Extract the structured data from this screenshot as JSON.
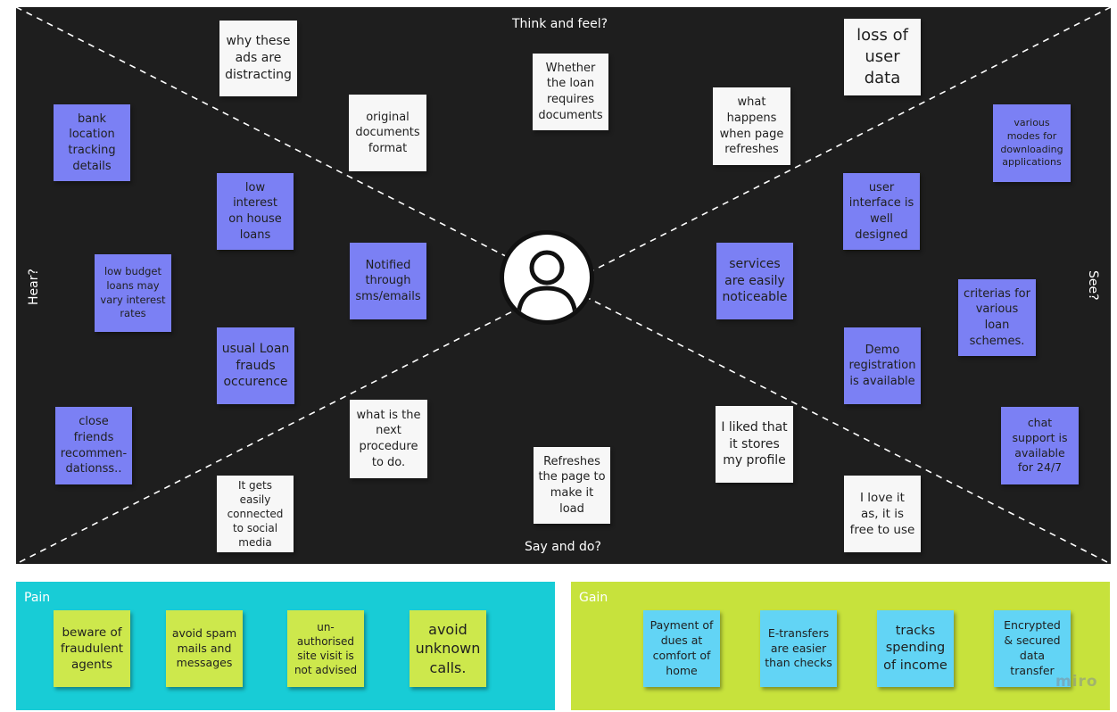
{
  "sections": {
    "think_feel": "Think and feel?",
    "hear": "Hear?",
    "see": "See?",
    "say_do": "Say and do?"
  },
  "notes": [
    {
      "id": "why-ads",
      "text": "why these\nads are\ndistracting",
      "color": "white"
    },
    {
      "id": "whether-loan",
      "text": "Whether\nthe loan\nrequires\ndocuments",
      "color": "white"
    },
    {
      "id": "loss-data",
      "text": "loss of\nuser\ndata",
      "color": "white"
    },
    {
      "id": "bank-location",
      "text": "bank\nlocation\ntracking\ndetails",
      "color": "blue"
    },
    {
      "id": "original-docs",
      "text": "original\ndocuments\nformat",
      "color": "white"
    },
    {
      "id": "what-happens",
      "text": "what\nhappens\nwhen page\nrefreshes",
      "color": "white"
    },
    {
      "id": "various-modes",
      "text": "various\nmodes for\ndownloading\napplications",
      "color": "blue"
    },
    {
      "id": "low-interest",
      "text": "low interest\non house\nloans",
      "color": "blue"
    },
    {
      "id": "user-interface",
      "text": "user\ninterface is\nwell\ndesigned",
      "color": "blue"
    },
    {
      "id": "low-budget",
      "text": "low budget\nloans may\nvary interest\nrates",
      "color": "blue"
    },
    {
      "id": "notified",
      "text": "Notified\nthrough\nsms/emails",
      "color": "blue"
    },
    {
      "id": "services",
      "text": "services\nare easily\nnoticeable",
      "color": "blue"
    },
    {
      "id": "criterias",
      "text": "criterias for\nvarious\nloan\nschemes.",
      "color": "blue"
    },
    {
      "id": "usual-frauds",
      "text": "usual Loan\nfrauds\noccurence",
      "color": "blue"
    },
    {
      "id": "demo",
      "text": "Demo\nregistration\nis available",
      "color": "blue"
    },
    {
      "id": "close-friends",
      "text": "close\nfriends\nrecommen-\ndationss..",
      "color": "blue"
    },
    {
      "id": "what-next",
      "text": "what is the\nnext\nprocedure\nto do.",
      "color": "white"
    },
    {
      "id": "liked-profile",
      "text": "I liked that\nit stores\nmy profile",
      "color": "white"
    },
    {
      "id": "chat-support",
      "text": "chat\nsupport is\navailable\nfor  24/7",
      "color": "blue"
    },
    {
      "id": "refreshes",
      "text": "Refreshes\nthe page to\nmake it\nload",
      "color": "white"
    },
    {
      "id": "social-media",
      "text": "It gets easily\nconnected\nto social\nmedia",
      "color": "white"
    },
    {
      "id": "love-free",
      "text": "I love it\nas, it is\nfree to use",
      "color": "white"
    }
  ],
  "pain": {
    "label": "Pain",
    "notes": [
      "beware of\nfraudulent\nagents",
      "avoid spam\nmails and\nmessages",
      "un-\nauthorised\nsite visit is\nnot advised",
      "avoid\nunknown\ncalls."
    ]
  },
  "gain": {
    "label": "Gain",
    "notes": [
      "Payment of\ndues at\ncomfort of\nhome",
      "E-transfers\nare easier\nthan checks",
      "tracks\nspending\nof income",
      "Encrypted\n& secured\ndata\ntransfer"
    ]
  },
  "watermark": "miro",
  "colors": {
    "board": "#1e1e1e",
    "pain_panel": "#18ccd6",
    "gain_panel": "#c7e23c",
    "note_blue": "#7b80f4",
    "note_white": "#f7f7f7",
    "note_cyan": "#62d4f5",
    "note_yellow": "#cde84c"
  }
}
